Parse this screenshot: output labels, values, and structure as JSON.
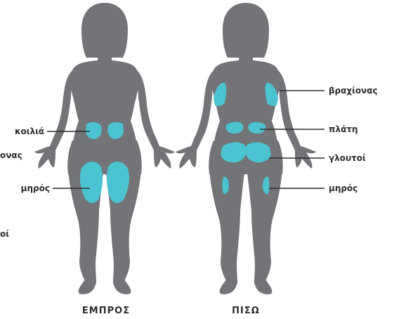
{
  "colors": {
    "body": "#727477",
    "injection_site": "#4cc3d0",
    "text": "#2d2d2d",
    "background": "#ffffff"
  },
  "left_cut_labels": {
    "fragment_1": "ονας",
    "fragment_2": "οί"
  },
  "front": {
    "caption": "ΕΜΠΡΟΣ",
    "labels": {
      "abdomen": "κοιλιά",
      "thigh": "μηρός"
    }
  },
  "back": {
    "caption": "ΠΙΣΩ",
    "labels": {
      "upper_arm": "βραχίονας",
      "upper_back": "πλάτη",
      "buttocks": "γλουτοί",
      "thigh": "μηρός"
    }
  }
}
